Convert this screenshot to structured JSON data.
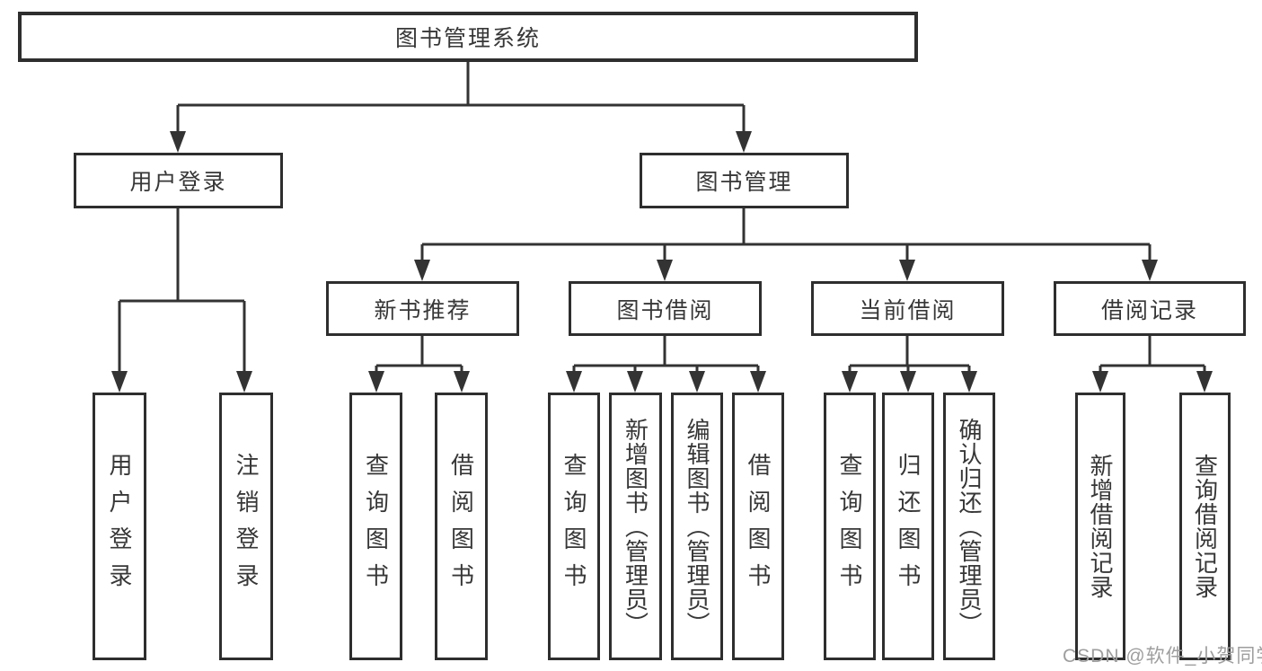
{
  "diagram_title": "图书管理系统",
  "colors": {
    "line": "#333333",
    "box_border": "#2e2e2e",
    "text": "#373737",
    "background": "#ffffff",
    "watermark": "#9e9e9e"
  },
  "tree": {
    "root": {
      "label": "图书管理系统",
      "children": [
        {
          "label": "用户登录",
          "children": [
            {
              "label": "用户登录"
            },
            {
              "label": "注销登录"
            }
          ]
        },
        {
          "label": "图书管理",
          "children": [
            {
              "label": "新书推荐",
              "children": [
                {
                  "label": "查询图书"
                },
                {
                  "label": "借阅图书"
                }
              ]
            },
            {
              "label": "图书借阅",
              "children": [
                {
                  "label": "查询图书"
                },
                {
                  "label": "新增图书（管理员）"
                },
                {
                  "label": "编辑图书（管理员）"
                },
                {
                  "label": "借阅图书"
                }
              ]
            },
            {
              "label": "当前借阅",
              "children": [
                {
                  "label": "查询图书"
                },
                {
                  "label": "归还图书"
                },
                {
                  "label": "确认归还（管理员）"
                }
              ]
            },
            {
              "label": "借阅记录",
              "children": [
                {
                  "label": "新增借阅记录"
                },
                {
                  "label": "查询借阅记录"
                }
              ]
            }
          ]
        }
      ]
    }
  },
  "watermark": {
    "text": "CSDN @软件_小贺同学"
  }
}
